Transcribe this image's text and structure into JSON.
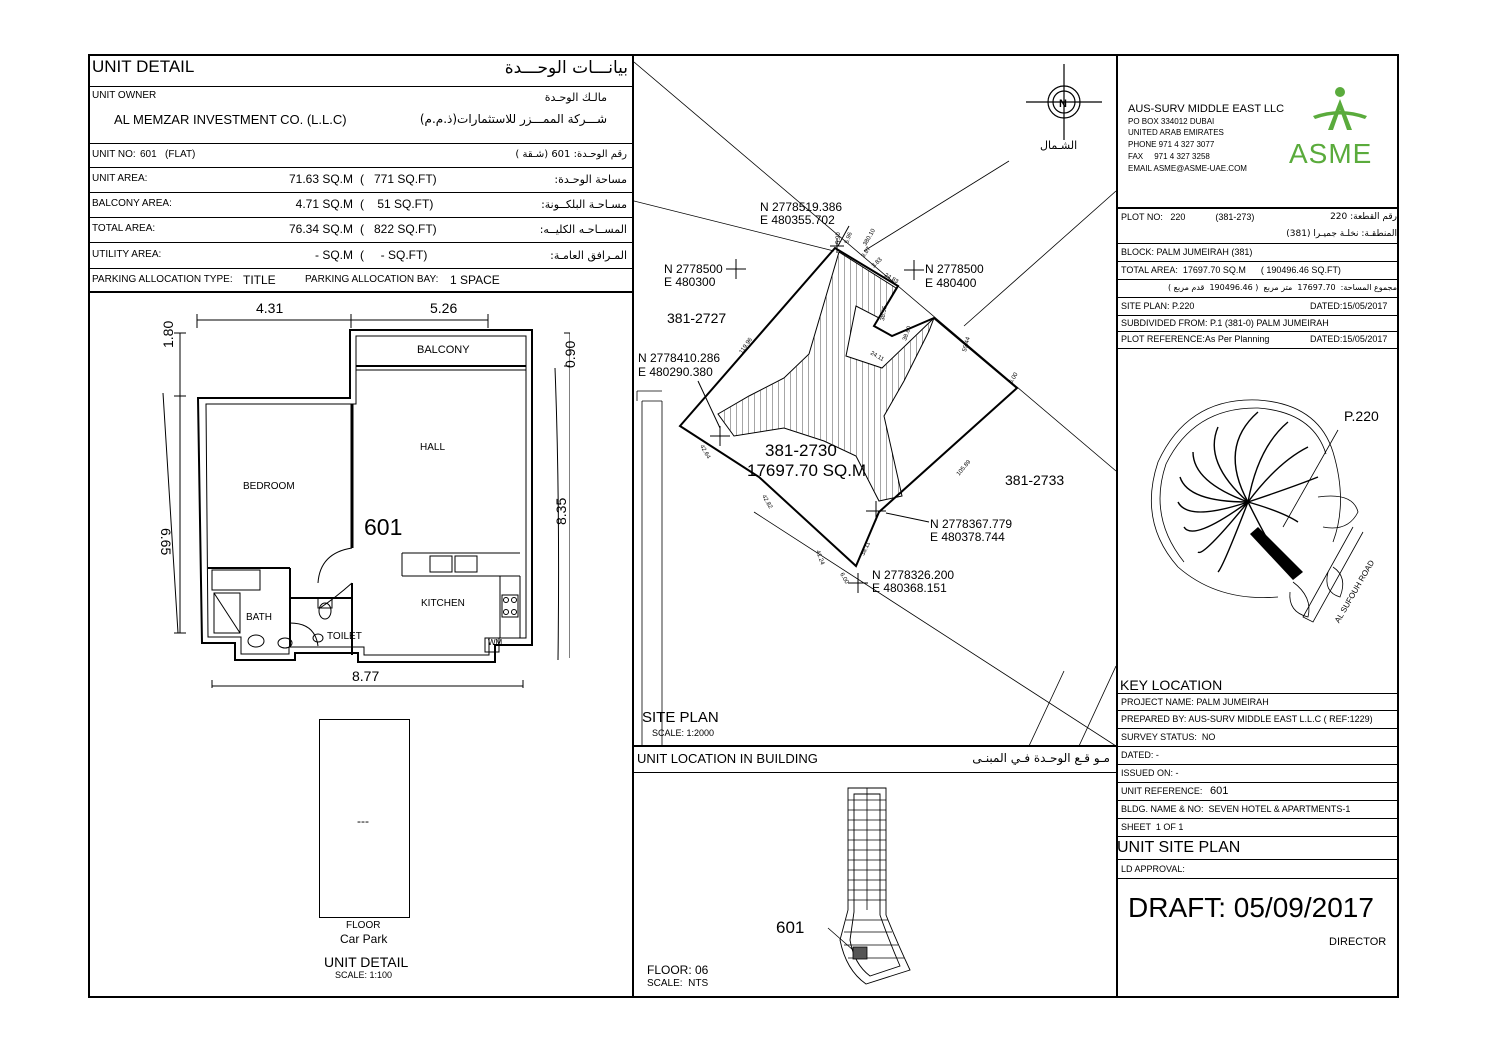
{
  "unit_detail": {
    "title": "UNIT DETAIL",
    "title_ar": "بيانـــات الوحـــدة",
    "owner_label": "UNIT OWNER",
    "owner_label_ar": "مالـك الوحـدة",
    "owner_name": "AL MEMZAR INVESTMENT CO. (L.L.C)",
    "owner_name_ar": "شـــركة الممـــزر للاستثمارات(ذ.م.م)",
    "unit_no_label": "UNIT NO:",
    "unit_no_value": "601   (FLAT)",
    "unit_no_ar": "رقم الوحـدة:  601  (شـقة )",
    "rows": [
      {
        "label": "UNIT AREA:",
        "sqm": "71.63 SQ.M",
        "sqft": "(   771 SQ.FT)",
        "label_ar": "مساحة الوحـدة:"
      },
      {
        "label": "BALCONY AREA:",
        "sqm": "4.71 SQ.M",
        "sqft": "(    51 SQ.FT)",
        "label_ar": "مسـاحـة البلكــونة:"
      },
      {
        "label": "TOTAL AREA:",
        "sqm": "76.34 SQ.M",
        "sqft": "(   822 SQ.FT)",
        "label_ar": "المســاحـه الكليــه:"
      },
      {
        "label": "UTILITY AREA:",
        "sqm": "- SQ.M",
        "sqft": "(     - SQ.FT)",
        "label_ar": "المـرافق العامـة:"
      }
    ],
    "parking_type_label": "PARKING ALLOCATION TYPE:",
    "parking_type_value": "TITLE",
    "parking_bay_label": "PARKING ALLOCATION BAY:",
    "parking_bay_value": "1 SPACE"
  },
  "floor_plan": {
    "dim_top_left": "4.31",
    "dim_top_right": "5.26",
    "dim_left_top": "1.80",
    "dim_right_top": "0.90",
    "dim_left": "6.65",
    "dim_right": "8.35",
    "dim_bottom": "8.77",
    "rooms": {
      "balcony": "BALCONY",
      "hall": "HALL",
      "bedroom": "BEDROOM",
      "bath": "BATH",
      "toilet": "TOILET",
      "kitchen": "KITCHEN",
      "wm": "WM"
    },
    "unit_number": "601",
    "parking_dash": "---",
    "floor_label": "FLOOR",
    "floor_name": "Car Park",
    "caption": "UNIT DETAIL",
    "scale": "SCALE: 1:100"
  },
  "site_plan": {
    "north": "N",
    "north_ar": "الشـمال",
    "caption": "SITE PLAN",
    "scale": "SCALE: 1:2000",
    "plot_id": "381-2730",
    "plot_area": "17697.70 SQ.M",
    "neighbors": [
      "381-2727",
      "381-2733"
    ],
    "coords": [
      {
        "n": "N 2778500",
        "e": "E 480300"
      },
      {
        "n": "N 2778519.386",
        "e": "E 480355.702"
      },
      {
        "n": "N 2778500",
        "e": "E 480400"
      },
      {
        "n": "N 2778410.286",
        "e": "E 480290.380"
      },
      {
        "n": "N 2778367.779",
        "e": "E 480378.744"
      },
      {
        "n": "N 2778326.200",
        "e": "E 480368.151"
      }
    ],
    "edge_labels": [
      "119.96",
      "5.90",
      "5.96",
      "380.10",
      "3.87",
      "3.83",
      "24.83",
      "38.55",
      "24.11",
      "38.60",
      "55.44",
      "6.00",
      "105.89",
      "42.64",
      "42.82",
      "41.24",
      "38.11",
      "6.00"
    ]
  },
  "unit_location": {
    "title": "UNIT LOCATION IN BUILDING",
    "title_ar": "مـو قـع الوحـدة  فـي المبنـى",
    "unit_callout": "601",
    "floor": "FLOOR: 06",
    "scale": "SCALE:  NTS"
  },
  "company": {
    "name": "AUS-SURV MIDDLE EAST LLC",
    "address": [
      "PO BOX 334012 DUBAI",
      "UNITED ARAB EMIRATES",
      "PHONE  971 4 327 3077",
      "FAX     971 4 327 3258",
      "EMAIL ASME@ASME-UAE.COM"
    ],
    "logo_text": "ASME",
    "logo_color": "#5aab3c"
  },
  "plot_info": {
    "plot_no": "PLOT NO:   220            (381-273)",
    "plot_no_ar": "رقم القطعة:  220",
    "community_ar": "المنطقـة: نخلـة جميـرا  (381)",
    "block": "BLOCK: PALM JUMEIRAH (381)",
    "total_area": "TOTAL AREA:  17697.70 SQ.M      ( 190496.46 SQ.FT)",
    "total_area_ar": "مجموع المساحة:  17697.70  متر مربع  ( 190496.46  قدم مربع )",
    "site_plan": "SITE PLAN: P.220",
    "site_plan_date": "DATED:15/05/2017",
    "subdivided": "SUBDIVIDED FROM: P.1 (381-0) PALM JUMEIRAH",
    "plot_ref": "PLOT REFERENCE:As Per Planning",
    "plot_ref_date": "DATED:15/05/2017"
  },
  "key_location": {
    "plot_label": "P.220",
    "road_label": "AL SUFOUH ROAD",
    "title": "KEY LOCATION"
  },
  "project_info": {
    "project": "PROJECT NAME: PALM JUMEIRAH",
    "prepared": "PREPARED BY: AUS-SURV MIDDLE EAST L.L.C ( REF:1229)",
    "survey": "SURVEY STATUS:  NO",
    "dated": "DATED: -",
    "issued": "ISSUED ON: -",
    "unit_ref_label": "UNIT REFERENCE:",
    "unit_ref_value": "601",
    "bldg": "BLDG. NAME & NO:  SEVEN HOTEL & APARTMENTS-1",
    "sheet": "SHEET  1 OF 1",
    "doc_type": "UNIT SITE PLAN",
    "ld_approval": "LD APPROVAL:",
    "draft": "DRAFT: 05/09/2017",
    "director": "DIRECTOR"
  }
}
